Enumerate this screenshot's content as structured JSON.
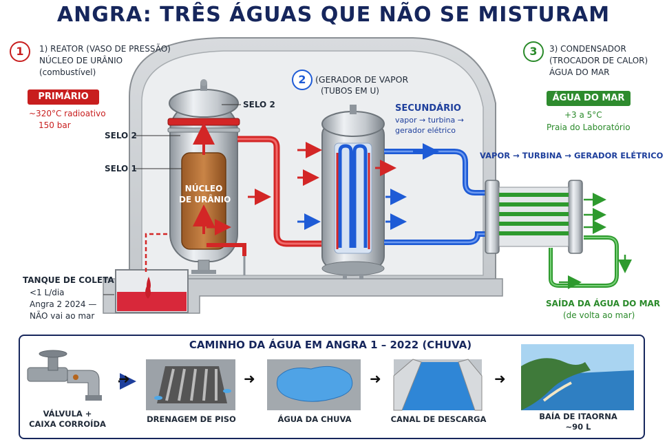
{
  "title": "ANGRA: TRÊS ÁGUAS QUE NÃO SE MISTURAM",
  "colors": {
    "primary": "#d32626",
    "secondary": "#1e5bd6",
    "sea": "#2e9a2e",
    "navy": "#16265c"
  },
  "reactor": {
    "number": "1",
    "line1": "1) REATOR (VASO DE PRESSÃO)",
    "line2": "NÚCLEO DE URÂNIO",
    "line3": "(combustível)",
    "badge": "PRIMÁRIO",
    "temp": "~320°C radioativo",
    "pressure": "150 bar",
    "seal2_top": "SELO 2",
    "seal2_left": "SELO 2",
    "seal1": "SELO 1",
    "core_line1": "NÚCLEO",
    "core_line2": "DE URÂNIO"
  },
  "generator": {
    "number": "2",
    "line1": "(GERADOR DE VAPOR",
    "line2": "(TUBOS EM U)",
    "secondary": "SECUNDÁRIO",
    "sec_line1": "vapor → turbina →",
    "sec_line2": "gerador elétrico",
    "flow": "VAPOR → TURBINA → GERADOR ELÉTRICO"
  },
  "condenser": {
    "number": "3",
    "line1": "3) CONDENSADOR",
    "line2": "(TROCADOR DE CALOR)",
    "line3": "ÁGUA DO MAR",
    "badge": "ÁGUA DO MAR",
    "temp": "+3 a 5°C",
    "place": "Praia do Laboratório",
    "exit_line1": "SAÍDA DA ÁGUA DO MAR",
    "exit_line2": "(de volta ao mar)"
  },
  "tank": {
    "line1": "TANQUE DE COLETA",
    "line2": "<1 L/dia",
    "line3": "Angra 2 2024 —",
    "line4": "NÃO vai ao mar"
  },
  "path": {
    "title": "CAMINHO DA ÁGUA EM ANGRA 1 – 2022 (CHUVA)",
    "steps": [
      {
        "line1": "VÁLVULA +",
        "line2": "CAIXA CORROÍDA",
        "icon": "valve-icon"
      },
      {
        "line1": "DRENAGEM DE PISO",
        "line2": "",
        "icon": "drain-grate-icon"
      },
      {
        "line1": "ÁGUA DA CHUVA",
        "line2": "",
        "icon": "puddle-icon"
      },
      {
        "line1": "CANAL DE DESCARGA",
        "line2": "",
        "icon": "channel-icon"
      },
      {
        "line1": "BAÍA DE ITAORNA",
        "line2": "~90 L",
        "icon": "bay-icon"
      }
    ]
  }
}
